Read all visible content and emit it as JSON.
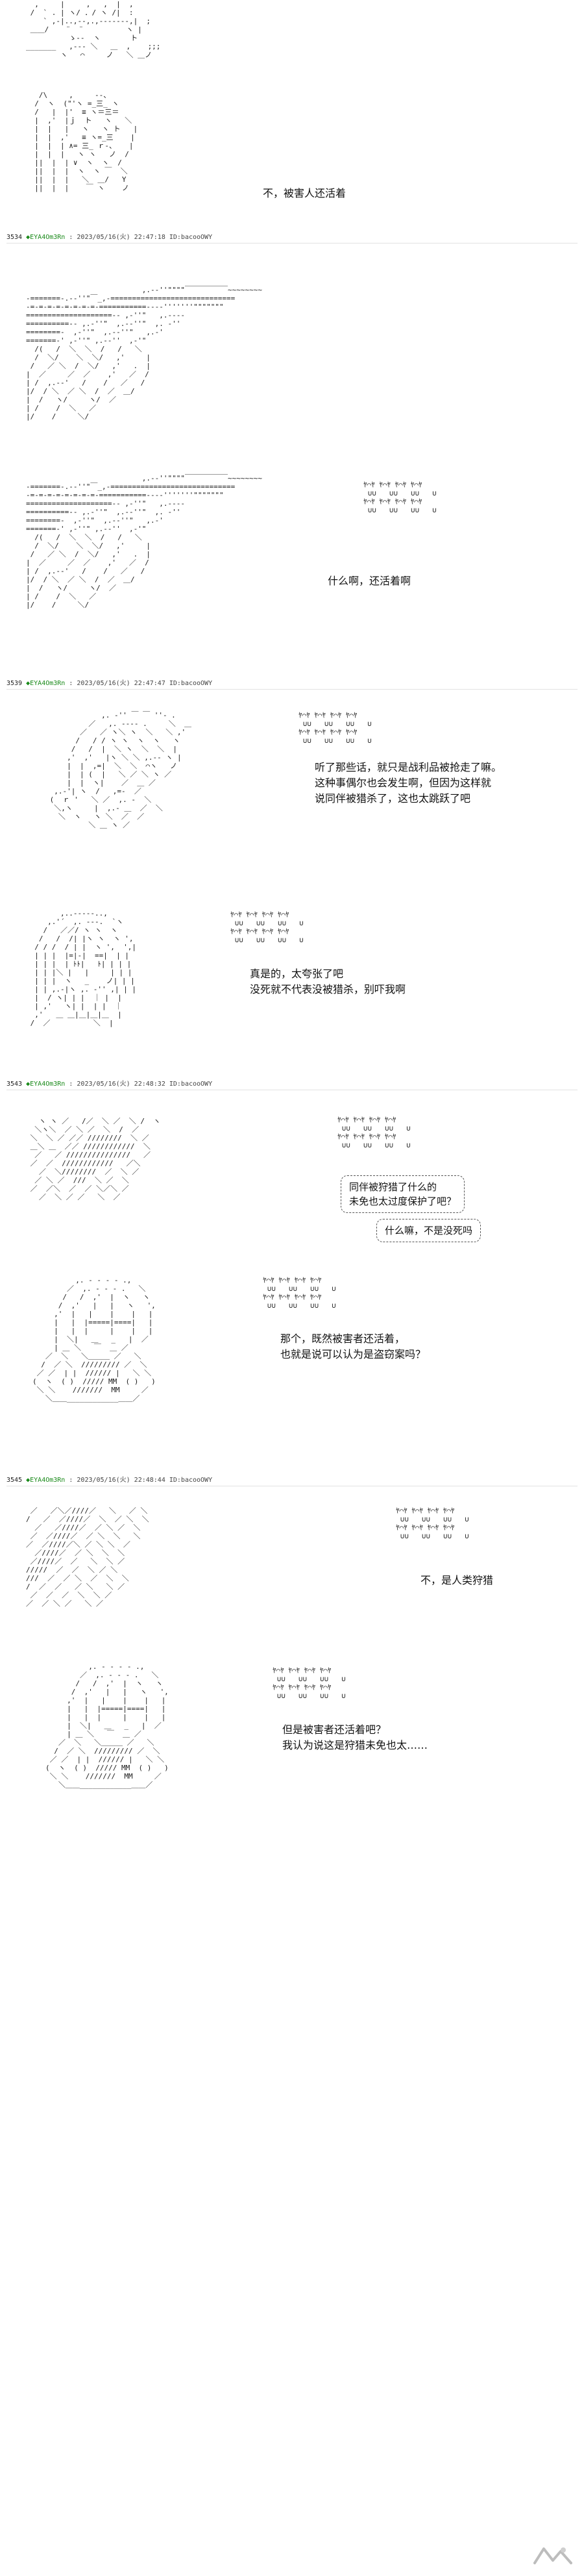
{
  "posts": [
    {
      "id": "3534",
      "trip": "◆EYA4Om3Rn",
      "meta": ": 2023/05/16(火) 22:47:18 ID:bacooOWY"
    },
    {
      "id": "3539",
      "trip": "◆EYA4Om3Rn",
      "meta": ": 2023/05/16(火) 22:47:47 ID:bacooOWY"
    },
    {
      "id": "3543",
      "trip": "◆EYA4Om3Rn",
      "meta": ": 2023/05/16(火) 22:48:32 ID:bacooOWY"
    },
    {
      "id": "3545",
      "trip": "◆EYA4Om3Rn",
      "meta": ": 2023/05/16(火) 22:48:44 ID:bacooOWY"
    }
  ],
  "dialogue": {
    "d1": "不，被害人还活着",
    "d2": "什么啊，还活着啊",
    "d3": "听了那些话，就只是战利品被抢走了嘛。\n这种事偶尔也会发生啊，但因为这样就\n说同伴被猎杀了，这也太跳跃了吧",
    "d4": "真是的，太夸张了吧\n没死就不代表没被猎杀，别吓我啊",
    "d5": "同伴被狩猎了什么的\n未免也太过度保护了吧？",
    "d6": "什么嘛，不是没死吗",
    "d7": "那个，既然被害者还活着，\n也就是说可以认为是盗窃案吗？",
    "d8": "不，是人类狩猎",
    "d9": "但是被害者还活着吧？\n我认为说这是狩猎未免也太……"
  },
  "aa": {
    "top": "  ,     |     ,   ,  |  ,\n /  ` . | ヽ/ ．/ ヽ /|  :\n    ` ,-|..,--,.,-------,|  ;\n ＿＿/    ¨  ¨          ヽ |\n          ゝ‐-  ヽ       ト\n_______   ,--‐ ＼   ＿  ,    ;;;\n        ヽ   ⌒     ノ   ＼ ＿ノ",
    "a1": "   /\\     ,     ‐-、\n  /  ヽ  (\"'ヽ =_三_ ヽ\n  /   |  |'  ≡ ヽ＝三＝\n  |  ,'  |ｊ  ト   ヽ   ＼\n  |  |   |   ヽ   ヽ ト   |\n  |  |  ,'   ≡ ヽ=_三    |\n  |  |  | ∧= 三_ ｒ-、   |\n  |  |  |   ヽ ヽ   ノ  /\n  ||  |  | ∨  ヽ  ヽ  /\n  ||  |  |  ヽ  ヽ ￣  ＼\n  ||  |  |   ＼  ＿/   Y\n  ||  |  |    ￣ ヽ    ノ",
    "a2": "                           ,.-‐''\"\"\"\"￣￣￣￣￣￣~~~~~~~~\n-=======-.-‐''\"￣_,-=============================\n-=-=-=-=-=-=-=-=-===========----'''''''\"\"\"\"\"\"\"\n====================-- ,‐''\"   ,.-‐‐‐\n==========-- ,.‐''\"  ,.-‐''\"  ,. ‐''\n========-  ,‐''\"  ,.-‐''\"   ,.‐'\n=======-' ,‐''\" ,.-‐''  ,‐'\"\n  /(   /  ＼  ＼  /   /   ＼\n  /  ＼/    ＼  ＼/   ,'     |\n /   ／ ＼  /  ＼/   ,'   .  |\n|  ／     ／  ／    ,'   ／  /\n| /  ,.-‐'   /    /   ／   /\n|/  / ＼  ／ ＼  /  ／  ＿/\n|  /   ヽ/     ヽ/  ／\n| /    /  ＼   ／\n|/    /     ＼/",
    "a3": "                           ,.-‐''\"\"\"\"￣￣￣￣￣￣~~~~~~~~\n-=======-.-‐''\"￣_,-=============================\n-=-=-=-=-=-=-=-=-===========----'''''''\"\"\"\"\"\"\"\n====================-- ,‐''\"   ,.-‐‐‐\n==========-- ,.‐''\"  ,.-‐''\"  ,. ‐''\n========-  ,‐''\"  ,.-‐''\"   ,.‐'\n=======-' ,‐''\" ,.-‐''  ,‐'\"\n  /(   /  ＼  ＼  /   /   ＼\n  /  ＼/    ＼  ＼/   ,'     |\n /   ／ ＼  /  ＼/   ,'   .  |\n|  ／     ／  ／    ,'   ／  /\n| /  ,.-‐'   /    /   ／   /\n|/  / ＼  ／ ＼  /  ／  ＿/\n|  /   ヽ/     ヽ/  ／\n| /    /  ＼   ／\n|/    /     ＼/",
    "a4": "             ,. ‐'' ￣ ￣ ''‐ .\n          ／   ,. -‐‐- .     ＼  ＿\n        ／   ／ ヽ＼ ヽ  ＼   ＼ ,'\n       /   / / ヽ ヽ  ヽ  ヽ   ヽ\n      /   /  |  ＼ ヽ  ＼  ＼  |\n     ,'  ,'   |ヽ ＼ ＼ ,.-‐ ヽ |\n     |  |  ,=|  ＼  ＼  ⌒ヽ   ノ\n     |  | (  |   ＼ ／ ＼ ヽ ／\n     |  |  ヽ|    ／  ＿ ／\n  ,.-'| ヽ  /   ,=‐  ／\n (  ｒ '   ＼ ／  ,. ‐  ＼\n  ＼,ヽ     |  ,.‐ ＿  ／  ＼\n   ＼  ヽ   ヽ ＼  ／  ／\n          ＼ ＿ ヽ ／",
    "a5": "        ,..-‐‐‐-..,\n     ,.'´  ,. -‐-.  `ヽ\n    /   ／／/ ヽ ヽ  ヽ\n   /   /  /| |ヽ ヽ  ヽ ',\n  / / /  / | |  ヽ ',  ',|\n  | | |  |=|-|  ==|  | |\n  | | |  | ﾄﾄ|   ﾄ| | | |\n  | | |＼ |   |     | | |\n  | | |  ヽ   _    ノ| | |\n  | | ,.‐|ヽ ,. ‐'' ,| | |\n  |  / ヽ| | |  ｜ |  |\n  | ,'   ヽ| |  | |  ｜\n  ,'   ＿ ＿|＿|＿|＿  |\n /  ／          ＼  |",
    "a6": "   ヽ ヽ ／   /／  ＼ ／  ＼ /  ヽ\n  ＼ヽ＼  ／ ＼ ／  ＼  /  ／\n ＼  ＼ ／ ／／ ////////  ＼ ／\n ＿＼ ＿  ／／ ////////////  ＼\n  ／   ／ ///////////////   ／\n ／  ／  ////////////   ／＼\n   ／  ＼////////  ／  ＼ ／\n  ／ ＼ ／  ///  ＼ ／  ＼\n ／  ／＼  ／  ／ ＼／＼ ／\n   ／  ＼ ／ ／   ＼  ／",
    "a7": "          ,. ‐ ‐ ‐ ‐ .,\n        ／  ,. ‐ ‐ ‐ .   ＼\n       /   /  ,'  |  ヽ   ヽ\n      /  ,'   |   |   ヽ   ',\n     ,'  |   |    |    |   |\n     |   |  |=====|====|   |\n     |   |  |     |    |   |\n     |  ＼|   ＿   _   |  ／\n     | ＿ ＼   ￣  ＿ ／\n   ／  ＼   ＼＿＿＿ ／   ＼\n  /  ／ ＼  ///////// ／  ＼\n ／ ／  | |  ////// |   ＼ ＼\n(  ヽ  ( )  ///// MM  ( )   )\n ＼ ＼    ///////  MM     ／\n   ＼＿＿____________＿＿／",
    "a8": " ／   ／＼／////／   ＼   ／ ＼\n/   ／  ／////／  ＼  ／ ＼  ＼\n  ／   ／////／  ／ ＼ ／  ＼\n ／  ／////／  ／ ＼  ＼   ＼\n／  ／////／＼ ／ ＼ ＼  ／\n  ／////／  ／ ＼  ＼  ＼\n ／////／  ／   ＼  ＼ ／\n/////  ／  ／  ＼ ／ ＼\n///  ／  ／ ＼  ／  ＼  ＼\n/  ／  ／   ／ ＼   ＼ ／\n ／  ／  ／  ＼  ＼ ／\n／  ／ ＼ ／   ＼ ／",
    "a9": "          ,. ‐ ‐ ‐ ‐ .,\n        ／  ,. ‐ ‐ ‐ .   ＼\n       /   /  ,'  |  ヽ   ヽ\n      /  ,'   |   |   ヽ   ',\n     ,'  |   |    |    |   |\n     |   |  |=====|====|   |\n     |   |  |     |    |   |\n     |  ＼|   ＿   _   |  ／\n     | ＿ ＼   ￣  ＿ ／\n   ／  ＼   ＼＿＿＿ ／   ＼\n  /  ／ ＼  ///////// ／  ＼\n ／ ／  | |  ////// |   ＼ ＼\n(  ヽ  ( )  ///// MM  ( )   )\n ＼ ＼    ///////  MM     ／\n   ＼＿＿____________＿＿／",
    "crowd": "ﾔ⌒ﾔ ﾔ⌒ﾔ ﾔ⌒ﾔ ﾔ⌒ﾔ\n ∪∪   ∪∪   ∪∪   ∪\nﾔ⌒ﾔ ﾔ⌒ﾔ ﾔ⌒ﾔ ﾔ⌒ﾔ\n ∪∪   ∪∪   ∪∪   ∪"
  },
  "watermark_icon": "logo-icon",
  "colors": {
    "trip": "#1a8a1a",
    "text": "#111111",
    "background": "#ffffff"
  }
}
